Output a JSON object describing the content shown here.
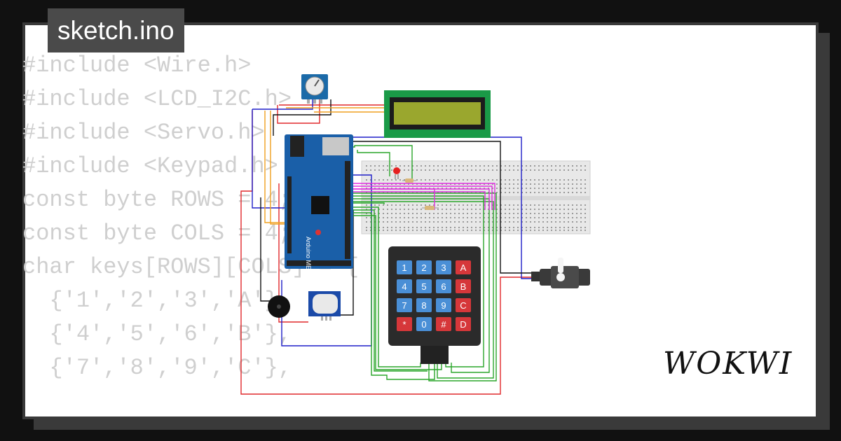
{
  "title": "sketch.ino",
  "brand": "WOKWI",
  "code_lines": [
    "#include <Wire.h>",
    "#include <LCD_I2C.h>",
    "#include <Servo.h>",
    "#include <Keypad.h>",
    "",
    "const byte ROWS = 4;",
    "const byte COLS = 4;",
    "char keys[ROWS][COLS] = {",
    "  {'1','2','3','A'},",
    "  {'4','5','6','B'},",
    "  {'7','8','9','C'},"
  ],
  "board": {
    "brand": "Arduino",
    "model": "MEGA"
  },
  "keypad": {
    "keys": [
      "1",
      "2",
      "3",
      "A",
      "4",
      "5",
      "6",
      "B",
      "7",
      "8",
      "9",
      "C",
      "*",
      "0",
      "#",
      "D"
    ]
  },
  "colors": {
    "background": "#111111",
    "card": "#ffffff",
    "board": "#1a5fa8",
    "lcd_frame": "#1a9a47",
    "lcd_screen": "#9aa72e",
    "key_blue": "#4a8fd6",
    "key_red": "#d6373a",
    "wire_red": "#e0282c",
    "wire_blue": "#1f1fc8",
    "wire_green": "#2aa52a",
    "wire_magenta": "#e02ee0",
    "wire_orange": "#f0a020",
    "wire_black": "#111111"
  },
  "icons": [
    "potentiometer-icon",
    "lcd-icon",
    "servo-icon",
    "buzzer-icon",
    "pir-sensor-icon",
    "led-icon",
    "resistor-icon",
    "breadboard-icon"
  ]
}
